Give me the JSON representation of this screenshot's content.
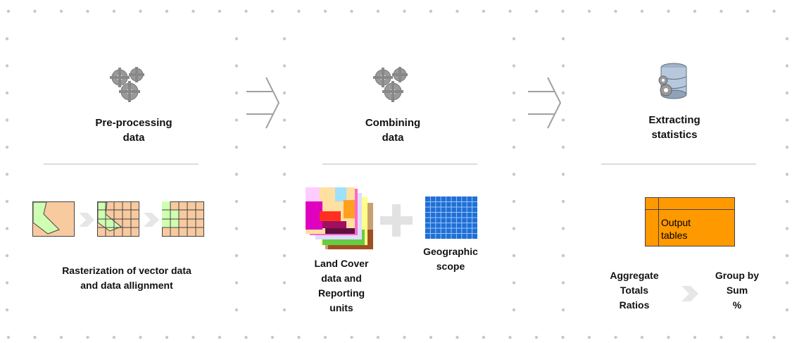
{
  "stages": [
    {
      "title_line1": "Pre-processing",
      "title_line2": "data",
      "caption_line1": "Rasterization of vector data",
      "caption_line2": "and data allignment"
    },
    {
      "title_line1": "Combining",
      "title_line2": "data",
      "left_caption": [
        "Land Cover",
        "data and",
        "Reporting",
        "units"
      ],
      "right_caption": [
        "Geographic",
        "scope"
      ]
    },
    {
      "title_line1": "Extracting",
      "title_line2": "statistics",
      "table_label": [
        "Output",
        "tables"
      ],
      "left_list": [
        "Aggregate",
        "Totals",
        "Ratios"
      ],
      "right_list": [
        "Group by",
        "Sum",
        "%"
      ]
    }
  ],
  "icons": [
    "gears-icon",
    "gears-icon",
    "database-gears-icon",
    "chevron-arrow-icon"
  ],
  "colors": {
    "dot": "#c8c8c8",
    "arrow": "#a0a0a0",
    "output_table": "#ff9900",
    "grid_blue": "#1f6fd6",
    "vector_green": "#cfffb0",
    "raster_peach": "#f8caa0"
  }
}
